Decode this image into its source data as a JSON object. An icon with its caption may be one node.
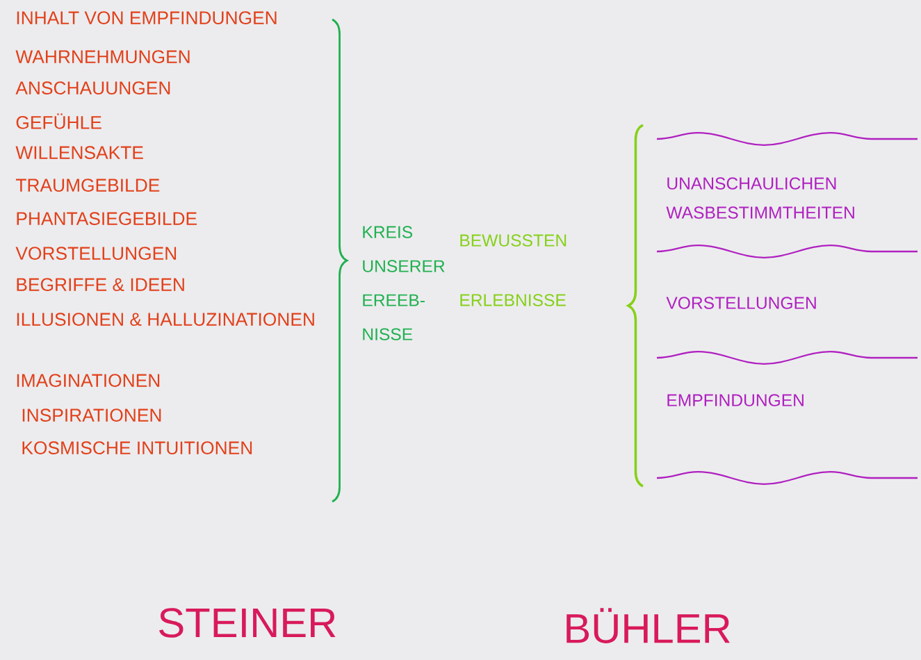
{
  "diagram": {
    "labels": [
      "INHALT VON EMPFINDUNGEN",
      "WAHRNEHMUNGEN",
      "ANSCHAUUNGEN",
      "GEFÜHLE",
      "WILLENSAKTE",
      "TRAUMGEBILDE",
      "PHANTASIEGEBILDE",
      "VORSTELLUNGEN",
      "BEGRIFFE & IDEEN",
      "ILLUSIONEN & HALLUZINATIONEN",
      "IMAGINATIONEN",
      "INSPIRATIONEN",
      "KOSMISCHE INTUITIONEN",
      "KREIS UNSERER EREEB- NISSE",
      "BEWUSSTEN ERLEBNISSE",
      "UNANSCHAULICHEN WASBESTIMMTHEITEN",
      "VORSTELLUNGEN",
      "EMPFINDUNGEN",
      "STEINER",
      "BÜHLER"
    ]
  }
}
